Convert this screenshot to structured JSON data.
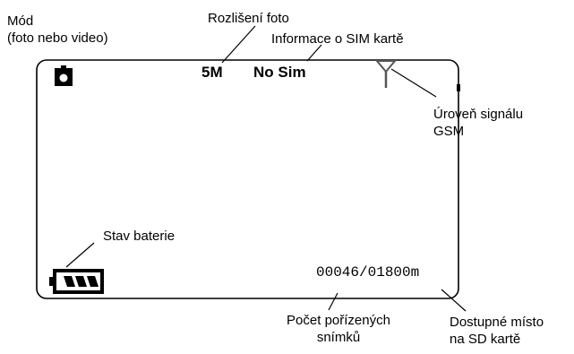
{
  "screen": {
    "resolution": "5M",
    "sim_status": "No Sim",
    "photo_counter": "00046/01800m"
  },
  "icons": {
    "mode": "camera-icon",
    "signal": "signal-antenna-icon",
    "battery": "battery-icon"
  },
  "labels": {
    "mode_line1": "Mód",
    "mode_line2": "(foto nebo video)",
    "resolution": "Rozlišení foto",
    "sim_info": "Informace o SIM kartě",
    "gsm_line1": "Úroveň signálu",
    "gsm_line2": "GSM",
    "battery": "Stav baterie",
    "count_line1": "Počet pořízených",
    "count_line2": "snímků",
    "space_line1": "Dostupné místo",
    "space_line2": "na SD kartě"
  }
}
